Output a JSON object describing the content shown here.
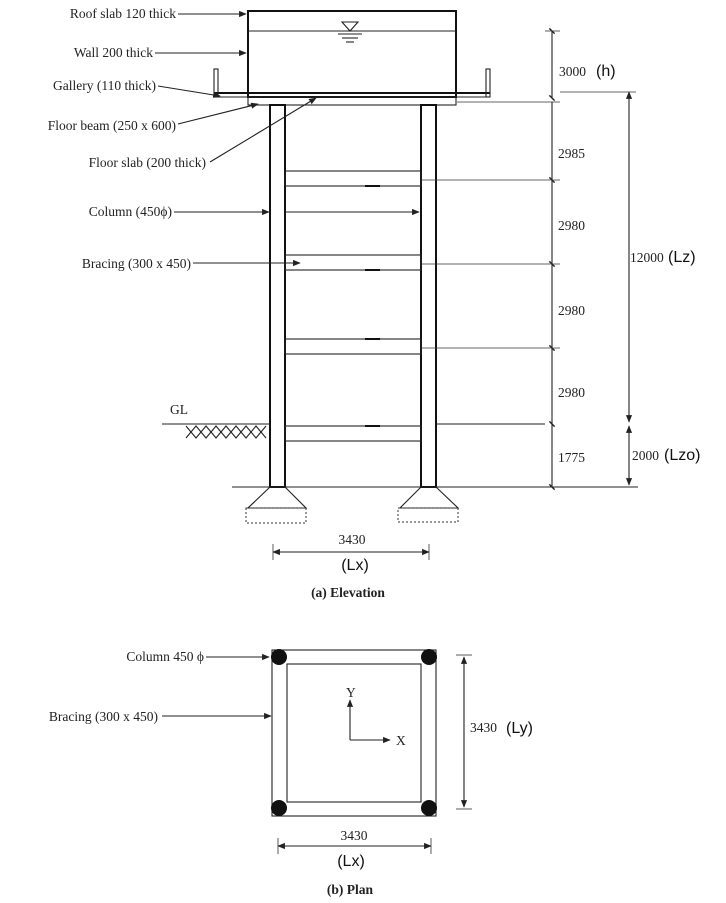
{
  "elevation": {
    "labels": {
      "roof_slab": "Roof slab 120 thick",
      "wall": "Wall 200 thick",
      "gallery": "Gallery (110 thick)",
      "floor_beam": "Floor beam (250 x 600)",
      "floor_slab": "Floor slab (200 thick)",
      "column": "Column (450ϕ)",
      "bracing": "Bracing (300 x 450)",
      "ground_level": "GL"
    },
    "dimensions": {
      "tank_height": "3000",
      "tank_height_symbol": "(h)",
      "panel_1": "2985",
      "panel_2": "2980",
      "panel_3": "2980",
      "panel_4": "2980",
      "panel_bottom": "1775",
      "staging_height": "12000",
      "staging_height_symbol": "(Lz)",
      "foundation_depth": "2000",
      "foundation_depth_symbol": "(Lzo)",
      "column_spacing": "3430",
      "column_spacing_symbol": "(Lx)"
    },
    "caption": "(a) Elevation"
  },
  "plan": {
    "labels": {
      "column": "Column 450 ϕ",
      "bracing": "Bracing (300 x 450)",
      "axis_y": "Y",
      "axis_x": "X"
    },
    "dimensions": {
      "width": "3430",
      "width_symbol": "(Lx)",
      "depth": "3430",
      "depth_symbol": "(Ly)"
    },
    "caption": "(b) Plan"
  }
}
